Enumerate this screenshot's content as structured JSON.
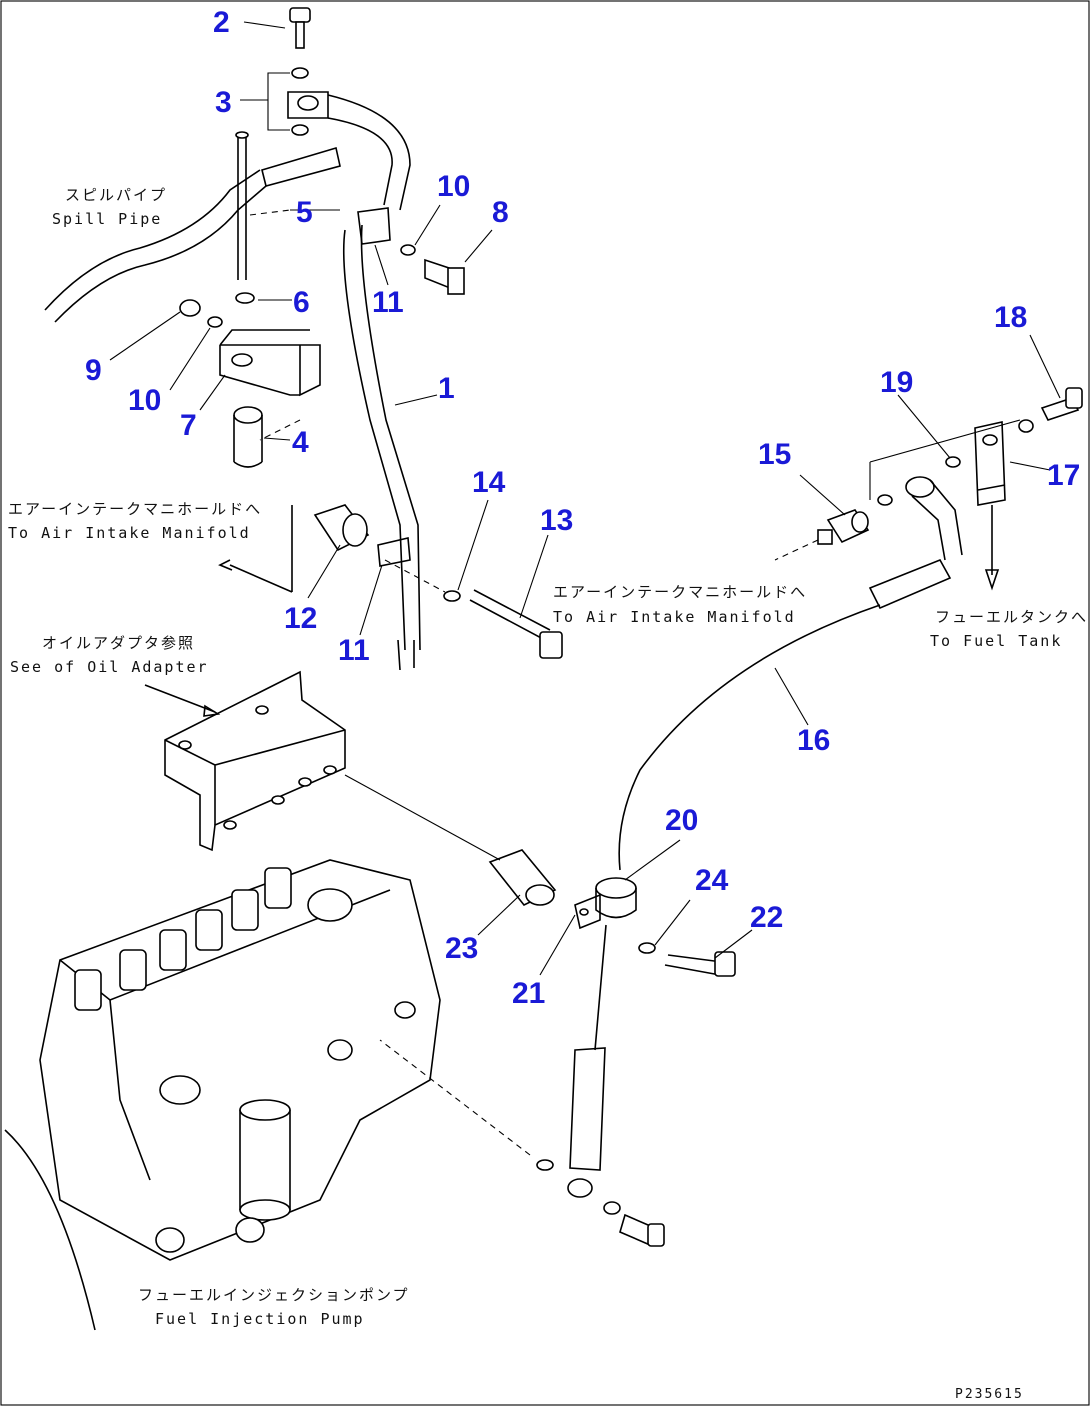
{
  "part_numbers": {
    "n1": "1",
    "n2": "2",
    "n3": "3",
    "n4": "4",
    "n5": "5",
    "n6": "6",
    "n7": "7",
    "n8": "8",
    "n9": "9",
    "n10a": "10",
    "n10b": "10",
    "n11a": "11",
    "n11b": "11",
    "n12": "12",
    "n13": "13",
    "n14": "14",
    "n15": "15",
    "n16": "16",
    "n17": "17",
    "n18": "18",
    "n19": "19",
    "n20": "20",
    "n21": "21",
    "n22": "22",
    "n23": "23",
    "n24": "24"
  },
  "labels": {
    "spill_pipe_jp": "スピルパイプ",
    "spill_pipe_en": "Spill Pipe",
    "air_intake_left_jp": "エアーインテークマニホールドへ",
    "air_intake_left_en": "To Air Intake Manifold",
    "air_intake_right_jp": "エアーインテークマニホールドへ",
    "air_intake_right_en": "To Air Intake Manifold",
    "fuel_tank_jp": "フューエルタンクへ",
    "fuel_tank_en": "To Fuel Tank",
    "oil_adapter_jp": "オイルアダプタ参照",
    "oil_adapter_en": "See of Oil Adapter",
    "injection_pump_jp": "フューエルインジェクションポンプ",
    "injection_pump_en": "Fuel Injection Pump"
  },
  "drawing_code": "P235615"
}
